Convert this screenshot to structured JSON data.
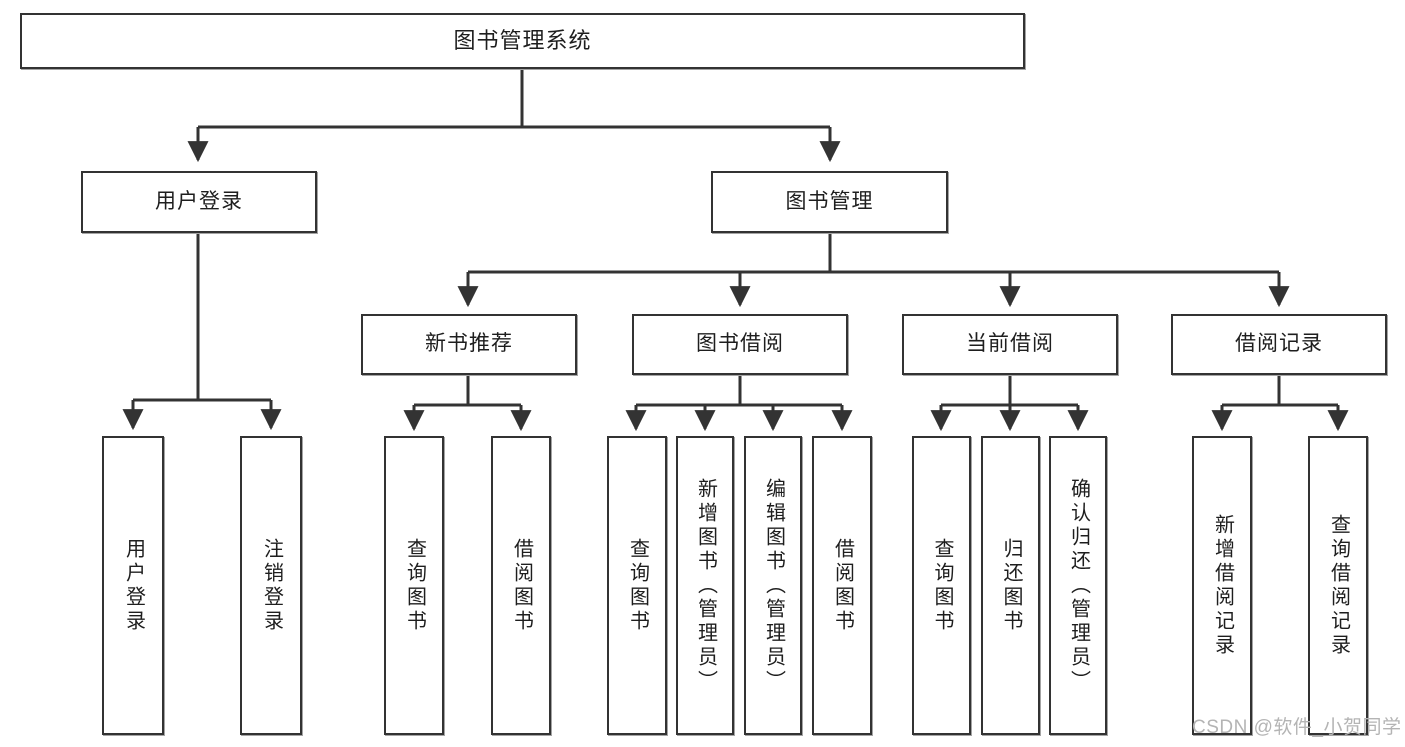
{
  "diagram": {
    "title": "图书管理系统",
    "type": "tree-hierarchy-chart",
    "root": {
      "id": "root",
      "label": "图书管理系统"
    },
    "level2": [
      {
        "id": "user-login",
        "label": "用户登录"
      },
      {
        "id": "book-management",
        "label": "图书管理"
      }
    ],
    "level3": [
      {
        "id": "new-book-recommend",
        "label": "新书推荐",
        "parent": "book-management"
      },
      {
        "id": "book-borrow",
        "label": "图书借阅",
        "parent": "book-management"
      },
      {
        "id": "current-borrow",
        "label": "当前借阅",
        "parent": "book-management"
      },
      {
        "id": "borrow-record",
        "label": "借阅记录",
        "parent": "book-management"
      }
    ],
    "leaves": [
      {
        "id": "leaf-user-login",
        "label": "用户登录",
        "parent": "user-login"
      },
      {
        "id": "leaf-logout-login",
        "label": "注销登录",
        "parent": "user-login"
      },
      {
        "id": "leaf-query-book-1",
        "label": "查询图书",
        "parent": "new-book-recommend"
      },
      {
        "id": "leaf-borrow-book-1",
        "label": "借阅图书",
        "parent": "new-book-recommend"
      },
      {
        "id": "leaf-query-book-2",
        "label": "查询图书",
        "parent": "book-borrow"
      },
      {
        "id": "leaf-add-book",
        "label": "新增图书（管理员）",
        "parent": "book-borrow"
      },
      {
        "id": "leaf-edit-book",
        "label": "编辑图书（管理员）",
        "parent": "book-borrow"
      },
      {
        "id": "leaf-borrow-book-2",
        "label": "借阅图书",
        "parent": "book-borrow"
      },
      {
        "id": "leaf-query-book-3",
        "label": "查询图书",
        "parent": "current-borrow"
      },
      {
        "id": "leaf-return-book",
        "label": "归还图书",
        "parent": "current-borrow"
      },
      {
        "id": "leaf-confirm-return",
        "label": "确认归还（管理员）",
        "parent": "current-borrow"
      },
      {
        "id": "leaf-add-record",
        "label": "新增借阅记录",
        "parent": "borrow-record"
      },
      {
        "id": "leaf-query-record",
        "label": "查询借阅记录",
        "parent": "borrow-record"
      }
    ]
  },
  "watermark": {
    "text": "CSDN @软件_小贺同学"
  },
  "colors": {
    "stroke": "#333333",
    "background": "#ffffff",
    "text": "#1e1e1e",
    "watermark": "#b4b4b4"
  }
}
